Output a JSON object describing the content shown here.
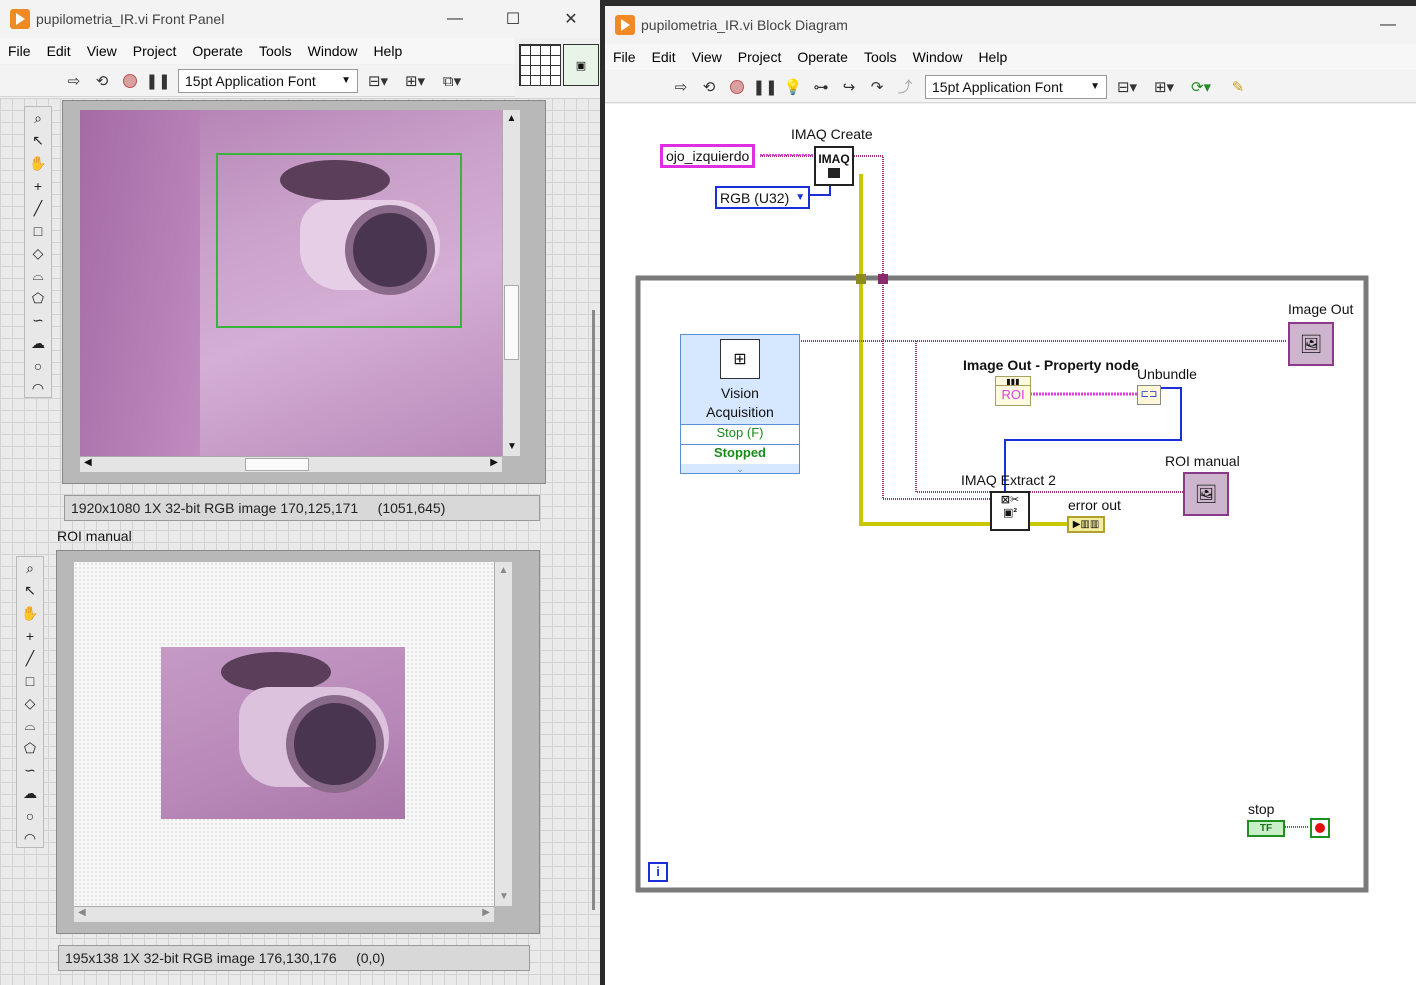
{
  "front_panel": {
    "title": "pupilometria_IR.vi Front Panel",
    "menu": [
      "File",
      "Edit",
      "View",
      "Project",
      "Operate",
      "Tools",
      "Window",
      "Help"
    ],
    "font_selector": "15pt Application Font",
    "image_display_1": {
      "status": "1920x1080 1X 32-bit RGB image 170,125,171     (1051,645)"
    },
    "roi_label": "ROI manual",
    "image_display_2": {
      "status": "195x138 1X 32-bit RGB image 176,130,176     (0,0)"
    }
  },
  "block_diagram": {
    "title": "pupilometria_IR.vi Block Diagram",
    "menu": [
      "File",
      "Edit",
      "View",
      "Project",
      "Operate",
      "Tools",
      "Window",
      "Help"
    ],
    "font_selector": "15pt Application Font",
    "imaq_create_label": "IMAQ Create",
    "imaq_create_glyph": "IMAQ",
    "string_constant": "ojo_izquierdo",
    "enum_constant": "RGB (U32)",
    "vision_acquisition": {
      "title_line1": "Vision",
      "title_line2": "Acquisition",
      "stop_term": "Stop (F)",
      "stopped_term": "Stopped"
    },
    "image_out_label": "Image Out",
    "property_node_label": "Image Out - Property node",
    "property_roi": "ROI",
    "unbundle_label": "Unbundle",
    "roi_manual_label": "ROI manual",
    "extract_label": "IMAQ Extract 2",
    "error_out_label": "error out",
    "stop_label": "stop",
    "stop_term": "TF",
    "loop_iter": "i"
  },
  "colors": {
    "image_wire": "#a0307a",
    "error_wire": "#c8c800",
    "roi_wire": "#e23ee2",
    "blue_wire": "#1a2fd6",
    "bool_wire": "#1f8f1f"
  }
}
